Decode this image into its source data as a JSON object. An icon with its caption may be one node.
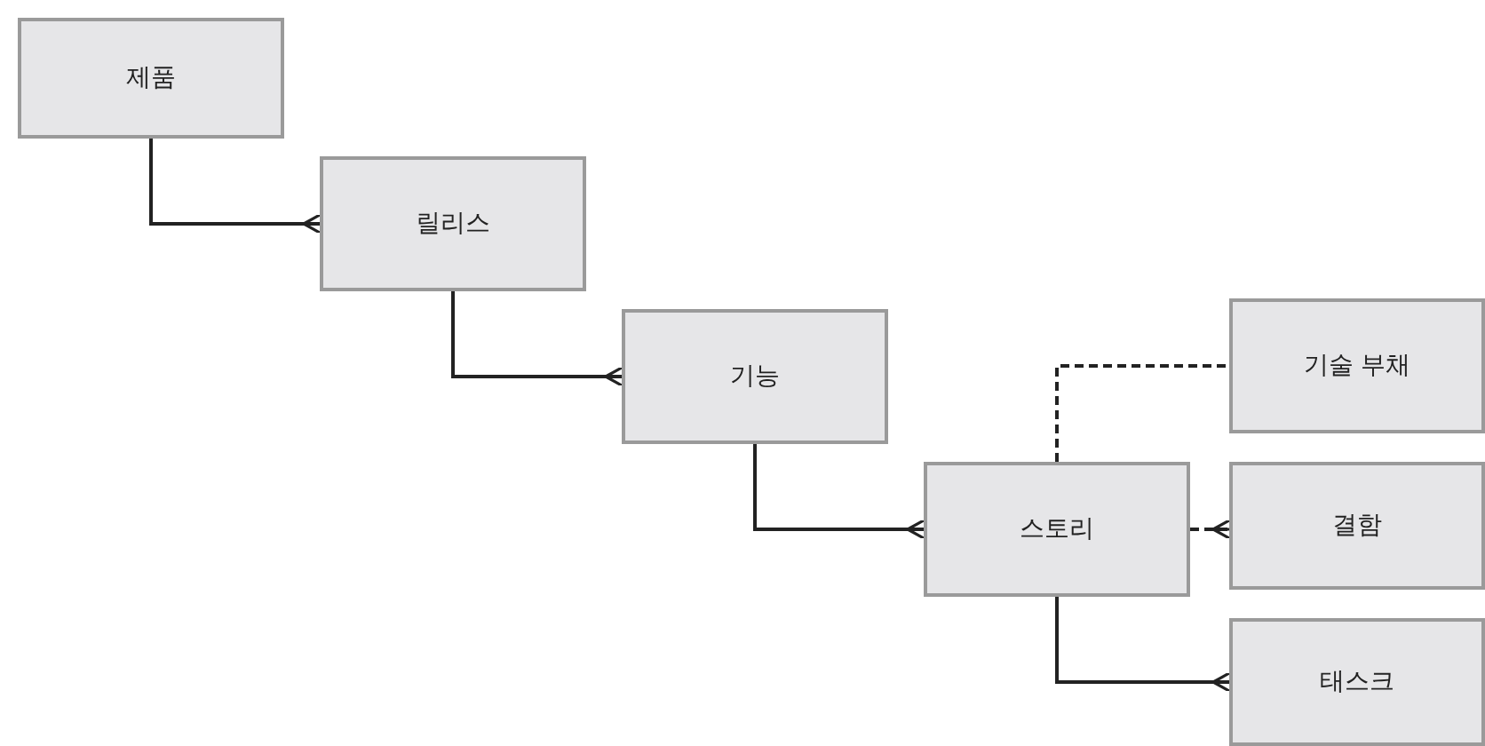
{
  "diagram": {
    "nodes": [
      {
        "text": [
          "제품"
        ]
      },
      {
        "text": [
          "릴리스"
        ]
      },
      {
        "text": [
          "기능"
        ]
      },
      {
        "text": [
          "스토리"
        ]
      },
      {
        "text": [
          "기술 부채"
        ]
      },
      {
        "text": [
          "결함"
        ]
      },
      {
        "text": [
          "태스크"
        ]
      }
    ],
    "edges": [
      {
        "from": 0,
        "to": 1,
        "arrow": "other"
      },
      {
        "from": 1,
        "to": 2,
        "arrow": "other"
      },
      {
        "from": 2,
        "to": 3,
        "arrow": "other"
      },
      {
        "from": 3,
        "to": 4,
        "arrow": "none",
        "style": "dashed"
      },
      {
        "from": 3,
        "to": 5,
        "arrow": "other",
        "style": "dashed"
      },
      {
        "from": 3,
        "to": 6,
        "arrow": "other"
      }
    ]
  }
}
